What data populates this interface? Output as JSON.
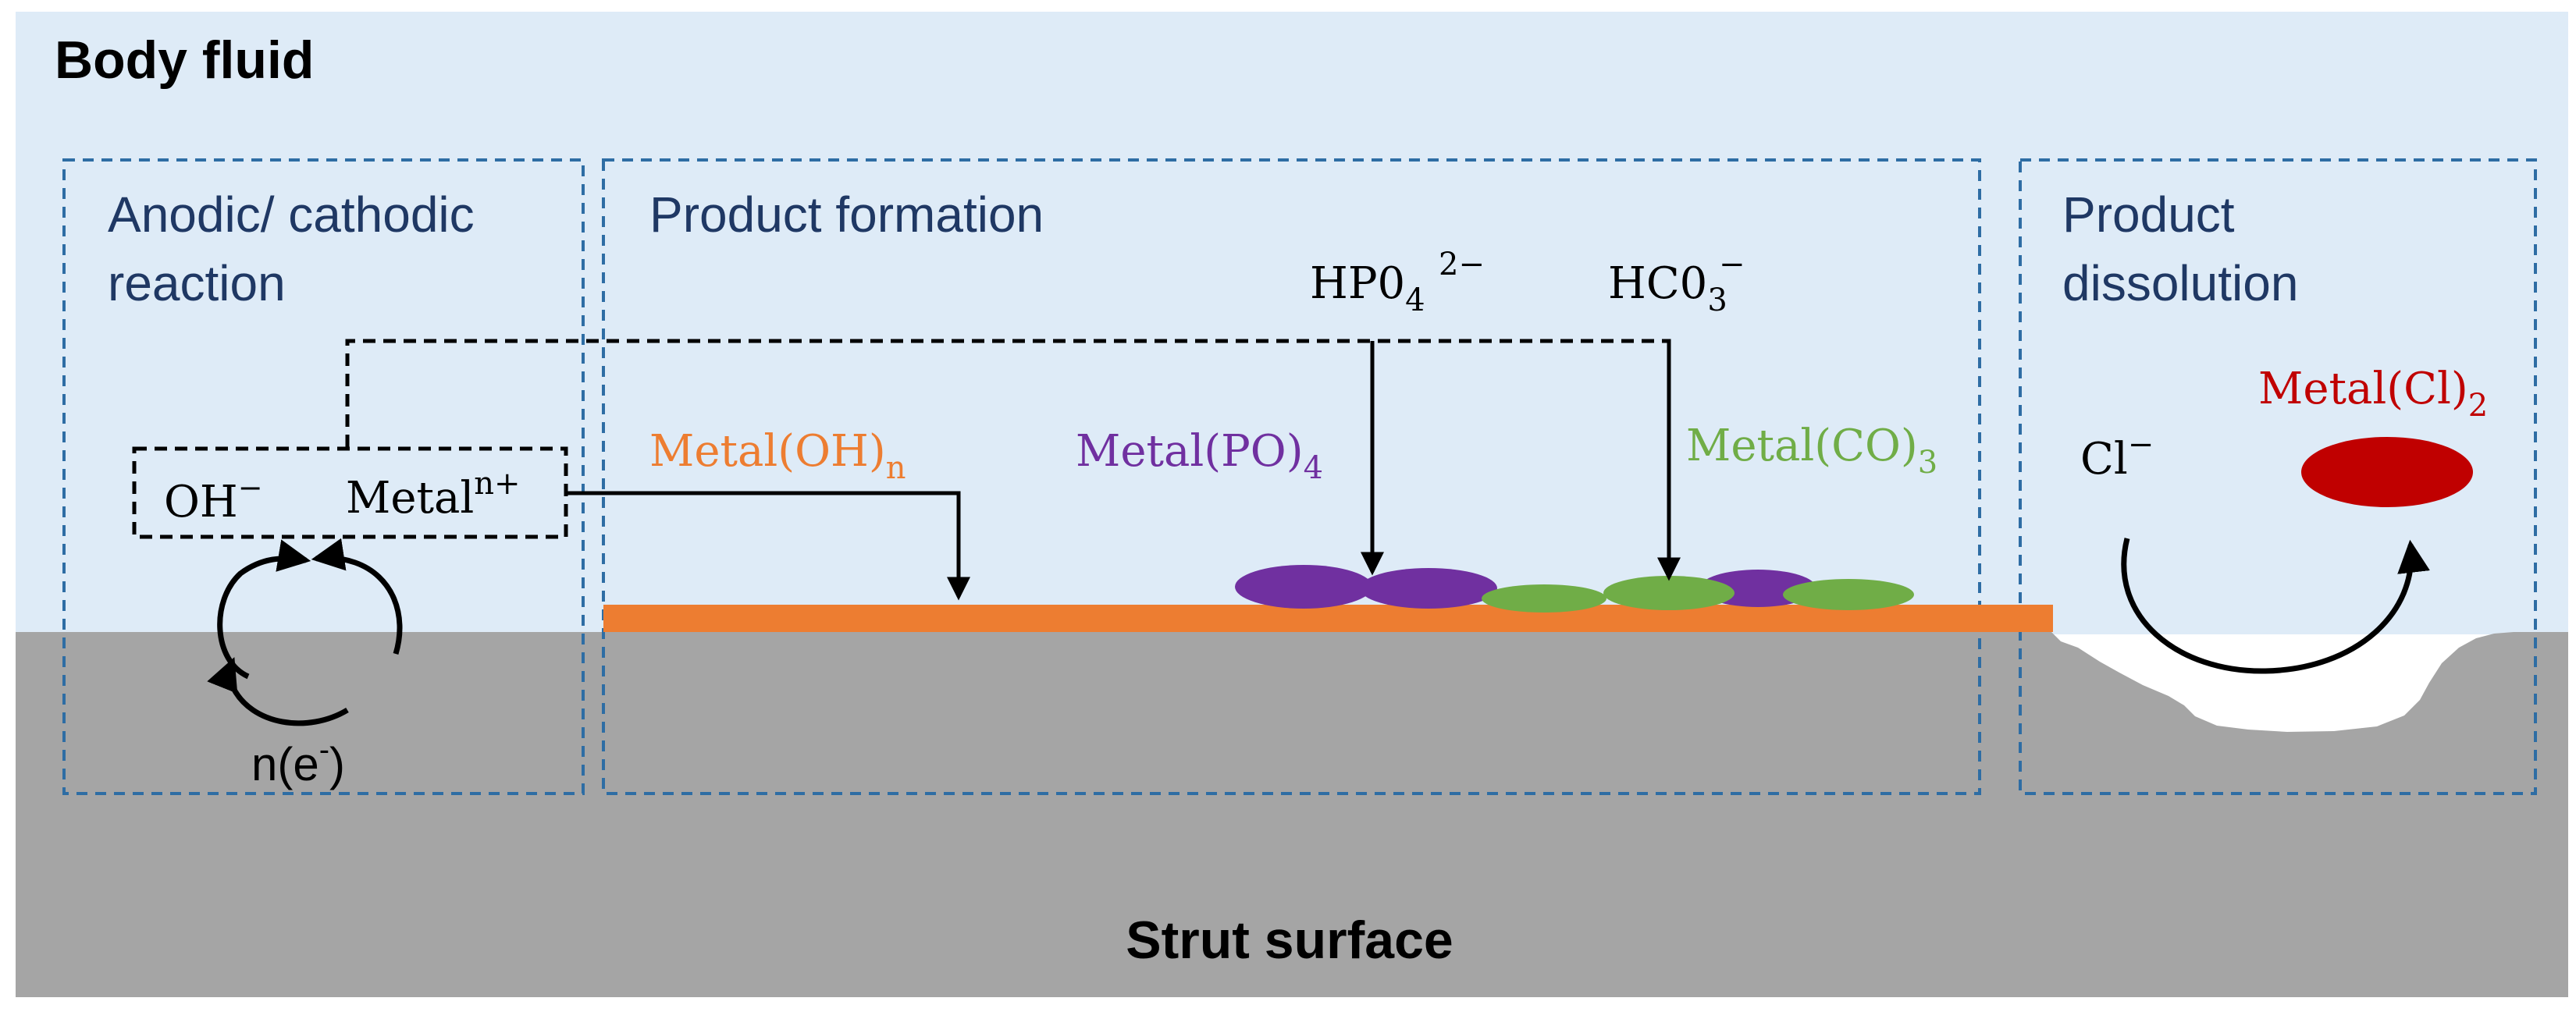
{
  "labels": {
    "body_fluid": "Body fluid",
    "strut_surface": "Strut surface",
    "panel_anodic_line1": "Anodic/ cathodic",
    "panel_anodic_line2": "reaction",
    "panel_formation": "Product formation",
    "panel_dissolution_line1": "Product",
    "panel_dissolution_line2": "dissolution",
    "electrons": "n(e",
    "electrons_sup": "-",
    "electrons_close": ")"
  },
  "species": {
    "hydroxide": "OH",
    "hydroxide_sup": "−",
    "metal_ion": "Metal",
    "metal_ion_sup": "n+",
    "phosphate": "HP0",
    "phosphate_sub": "4",
    "phosphate_sup": "2−",
    "carbonate": "HC0",
    "carbonate_sub": "3",
    "carbonate_sup": "−",
    "chloride": "Cl",
    "chloride_sup": "−"
  },
  "products": {
    "hydroxide_product": "Metal(OH)",
    "hydroxide_product_sub": "n",
    "phosphate_product": "Metal(PO)",
    "phosphate_product_sub": "4",
    "carbonate_product": "Metal(CO)",
    "carbonate_product_sub": "3",
    "chloride_product": "Metal(Cl)",
    "chloride_product_sub": "2"
  },
  "colors": {
    "fluid": "#deebf7",
    "surface": "#a5a5a5",
    "panel_border": "#2e6da4",
    "panel_title": "#1f3864",
    "hydroxide_layer": "#ed7d31",
    "phosphate": "#7030a0",
    "carbonate": "#70ad47",
    "chloride": "#c00000",
    "ink": "#000000"
  }
}
